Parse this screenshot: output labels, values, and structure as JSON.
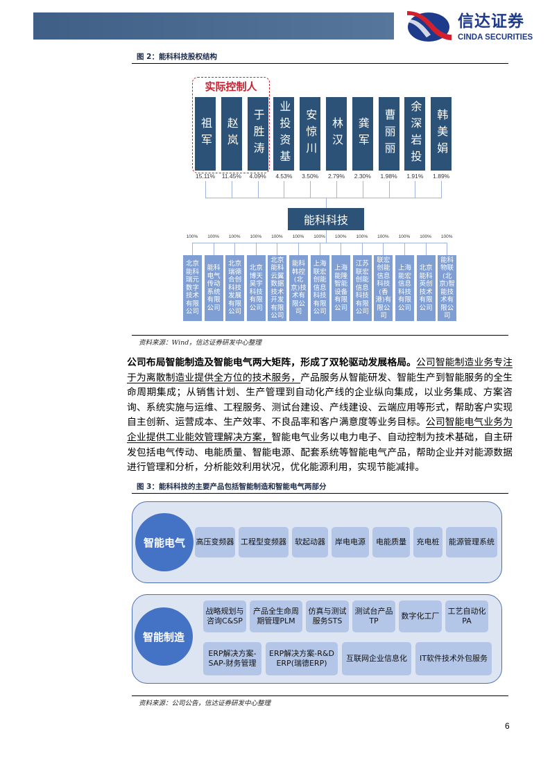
{
  "header": {
    "brand_cn": "信达证券",
    "brand_en": "CINDA SECURITIES",
    "logo_colors": [
      "#d2202f",
      "#1e3a8a"
    ]
  },
  "fig2": {
    "title": "图 2：能科科技股权结构",
    "controller_label": "实际控制人",
    "shareholders": [
      {
        "name": "祖军",
        "pct": "15.11%"
      },
      {
        "name": "赵岚",
        "pct": "11.45%"
      },
      {
        "name": "于胜涛",
        "pct": "4.09%"
      },
      {
        "name": "业投资基",
        "pct": "4.53%"
      },
      {
        "name": "安惊川",
        "pct": "3.50%"
      },
      {
        "name": "林汉",
        "pct": "2.79%"
      },
      {
        "name": "龚军",
        "pct": "2.30%"
      },
      {
        "name": "曹丽丽",
        "pct": "1.98%"
      },
      {
        "name": "余深岩投",
        "pct": "1.91%"
      },
      {
        "name": "韩美娟",
        "pct": "1.89%"
      }
    ],
    "company": "能科科技",
    "subsidiaries": [
      {
        "name": "北京能科瑞元数字技术有限公司",
        "pct": "100%"
      },
      {
        "name": "能科电气传动系统有限公司",
        "pct": "100%"
      },
      {
        "name": "北京瑞德合创科技发展有限公司",
        "pct": "100%"
      },
      {
        "name": "北京博天昊宇科技有限公司",
        "pct": "100%"
      },
      {
        "name": "北京能科云翼数据技术开发有限公司",
        "pct": "100%"
      },
      {
        "name": "能科韩控(北京)技术有限公司",
        "pct": "100%"
      },
      {
        "name": "上海联宏创能信息科技有限公司",
        "pct": "100%"
      },
      {
        "name": "上海能隆智能设备有限公司",
        "pct": "100%"
      },
      {
        "name": "江苏联宏创能信息科技有限公司",
        "pct": "100%"
      },
      {
        "name": "联宏创能信息科技(香港)有限公司",
        "pct": "100%"
      },
      {
        "name": "上海能宏信息科技有限公司",
        "pct": "100%"
      },
      {
        "name": "北京能科英创技术有限公司",
        "pct": "100%"
      },
      {
        "name": "能科物联(北京)智能技术有限公司",
        "pct": "100%"
      }
    ],
    "source": "资料来源：Wind，信达证券研发中心整理"
  },
  "paragraph": {
    "bold": "公司布局智能制造及智能电气两大矩阵，形成了双轮驱动发展格局。",
    "u1": "公司智能制造业务专注于为离散制造业提供全方位的技术服务，",
    "t1": "产品服务从智能研发、智能生产到智能服务的全生命周期集成；从销售计划、生产管理到自动化产线的企业纵向集成，以业务集成、方案咨询、系统实施与运维、工程服务、测试台建设、产线建设、云端应用等形式，帮助客户实现自主创新、运营成本、生产效率、不良品率和客户满意度等业务目标。",
    "u2": "公司智能电气业务为企业提供工业能效管理解决方案，",
    "t2": "智能电气业务以电力电子、自动控制为技术基础，自主研发包括电气传动、电能质量、智能电源、配套系统等智能电气产品，帮助企业并对能源数据进行管理和分析，分析能效利用状况，优化能源利用，实现节能减排。"
  },
  "fig3": {
    "title": "图 3：能科科技的主要产品包括智能制造和智能电气两部分",
    "electric": {
      "label": "智能电气",
      "items": [
        "高压变频器",
        "工程型变频器",
        "软起动器",
        "岸电电源",
        "电能质量",
        "充电桩",
        "能源管理系统"
      ]
    },
    "manufacturing": {
      "label": "智能制造",
      "row1": [
        "战略规划与\n咨询C&SP",
        "产品全生命周\n期管理PLM",
        "仿真与测试\n服务STS",
        "测试台产品\nTP",
        "数字化工厂",
        "工艺自动化\nPA"
      ],
      "row2": [
        "ERP解决方案-\nSAP-财务管理",
        "ERP解决方案-R&D\nERP(瑞德ERP)",
        "互联网企业信息化",
        "IT软件技术外包服务"
      ]
    },
    "source": "资料来源：公司公告，信达证券研发中心整理"
  },
  "page_number": "6"
}
